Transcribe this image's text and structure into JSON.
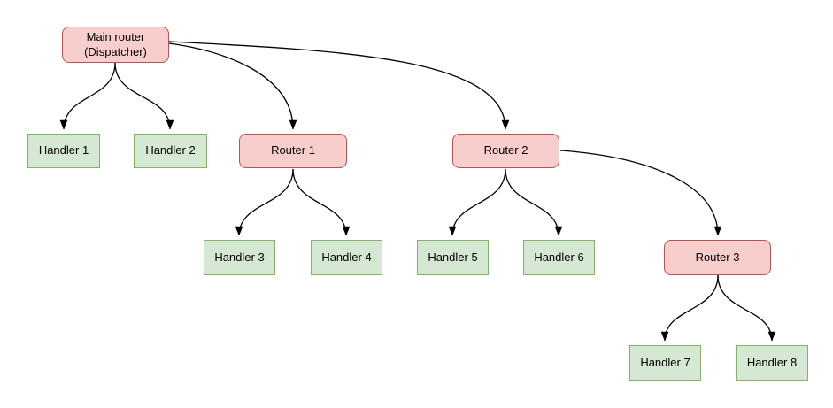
{
  "diagram": {
    "type": "tree-flowchart",
    "background": "#ffffff",
    "nodes": [
      {
        "id": "main-router",
        "label": "Main router\n(Dispatcher)",
        "type": "router"
      },
      {
        "id": "handler-1",
        "label": "Handler 1",
        "type": "handler"
      },
      {
        "id": "handler-2",
        "label": "Handler 2",
        "type": "handler"
      },
      {
        "id": "router-1",
        "label": "Router 1",
        "type": "router"
      },
      {
        "id": "router-2",
        "label": "Router 2",
        "type": "router"
      },
      {
        "id": "handler-3",
        "label": "Handler 3",
        "type": "handler"
      },
      {
        "id": "handler-4",
        "label": "Handler 4",
        "type": "handler"
      },
      {
        "id": "handler-5",
        "label": "Handler 5",
        "type": "handler"
      },
      {
        "id": "handler-6",
        "label": "Handler 6",
        "type": "handler"
      },
      {
        "id": "router-3",
        "label": "Router 3",
        "type": "router"
      },
      {
        "id": "handler-7",
        "label": "Handler 7",
        "type": "handler"
      },
      {
        "id": "handler-8",
        "label": "Handler 8",
        "type": "handler"
      }
    ],
    "edges": [
      {
        "from": "main-router",
        "to": "handler-1"
      },
      {
        "from": "main-router",
        "to": "handler-2"
      },
      {
        "from": "main-router",
        "to": "router-1"
      },
      {
        "from": "main-router",
        "to": "router-2"
      },
      {
        "from": "router-1",
        "to": "handler-3"
      },
      {
        "from": "router-1",
        "to": "handler-4"
      },
      {
        "from": "router-2",
        "to": "handler-5"
      },
      {
        "from": "router-2",
        "to": "handler-6"
      },
      {
        "from": "router-2",
        "to": "router-3"
      },
      {
        "from": "router-3",
        "to": "handler-7"
      },
      {
        "from": "router-3",
        "to": "handler-8"
      }
    ],
    "colors": {
      "router_fill": "#f8cecc",
      "router_border": "#b85450",
      "handler_fill": "#d5e8d4",
      "handler_border": "#82b366",
      "edge": "#000000",
      "text": "#000000"
    }
  }
}
